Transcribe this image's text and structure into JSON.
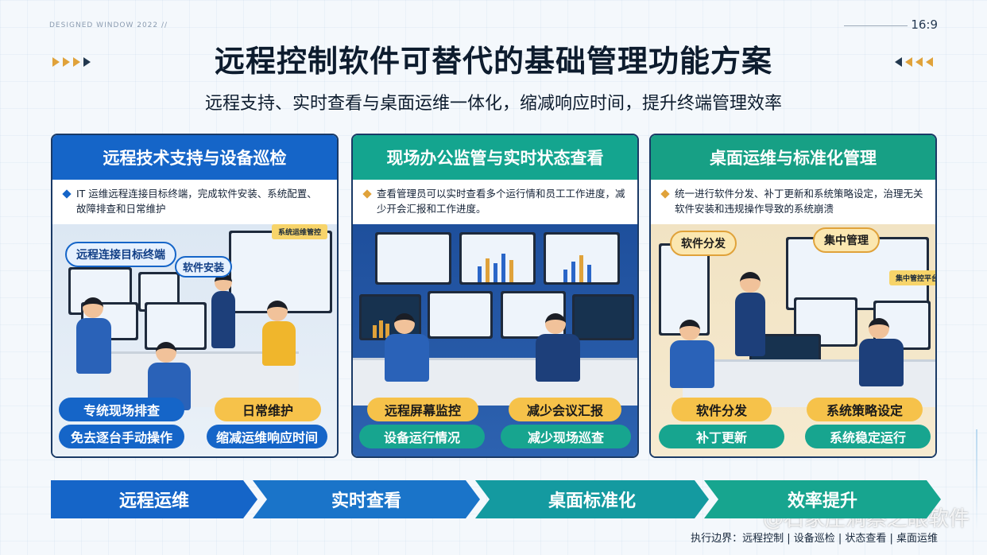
{
  "header": {
    "top_tag": "DESIGNED WINDOW 2022 //",
    "ratio": "16:9",
    "title": "远程控制软件可替代的基础管理功能方案",
    "subtitle": "远程支持、实时查看与桌面运维一体化，缩减响应时间，提升终端管理效率"
  },
  "panels": [
    {
      "title": "远程技术支持与设备巡检",
      "desc": "IT 运维远程连接目标终端，完成软件安装、系统配置、故障排查和日常维护",
      "callouts": [
        "远程连接目标终端",
        "软件安装"
      ],
      "tag": "系统运维管控",
      "pills": [
        "专统现场排查",
        "日常维护",
        "免去逐台手动操作",
        "缩减运维响应时间"
      ]
    },
    {
      "title": "现场办公监管与实时状态查看",
      "desc": "查看管理员可以实时查看多个运行情和员工工作进度，减少开会汇报和工作进度。",
      "callouts": [],
      "pills": [
        "远程屏幕监控",
        "减少会议汇报",
        "设备运行情况",
        "减少现场巡查"
      ]
    },
    {
      "title": "桌面运维与标准化管理",
      "desc": "统一进行软件分发、补丁更新和系统策略设定，治理无关软件安装和违规操作导致的系统崩溃",
      "callouts": [
        "软件分发",
        "集中管理"
      ],
      "tag": "集中管控平台",
      "pills": [
        "软件分发",
        "系统策略设定",
        "补丁更新",
        "系统稳定运行"
      ]
    }
  ],
  "flow": [
    "远程运维",
    "实时查看",
    "桌面标准化",
    "效率提升"
  ],
  "footer": "执行边界：远程控制 | 设备巡检 | 状态查看 | 桌面运维",
  "watermark": "@石家庄洞察之眼软件",
  "colors": {
    "blue": "#1565c8",
    "teal": "#17a58f",
    "gold": "#f6c24a",
    "navy": "#1a3a66"
  }
}
